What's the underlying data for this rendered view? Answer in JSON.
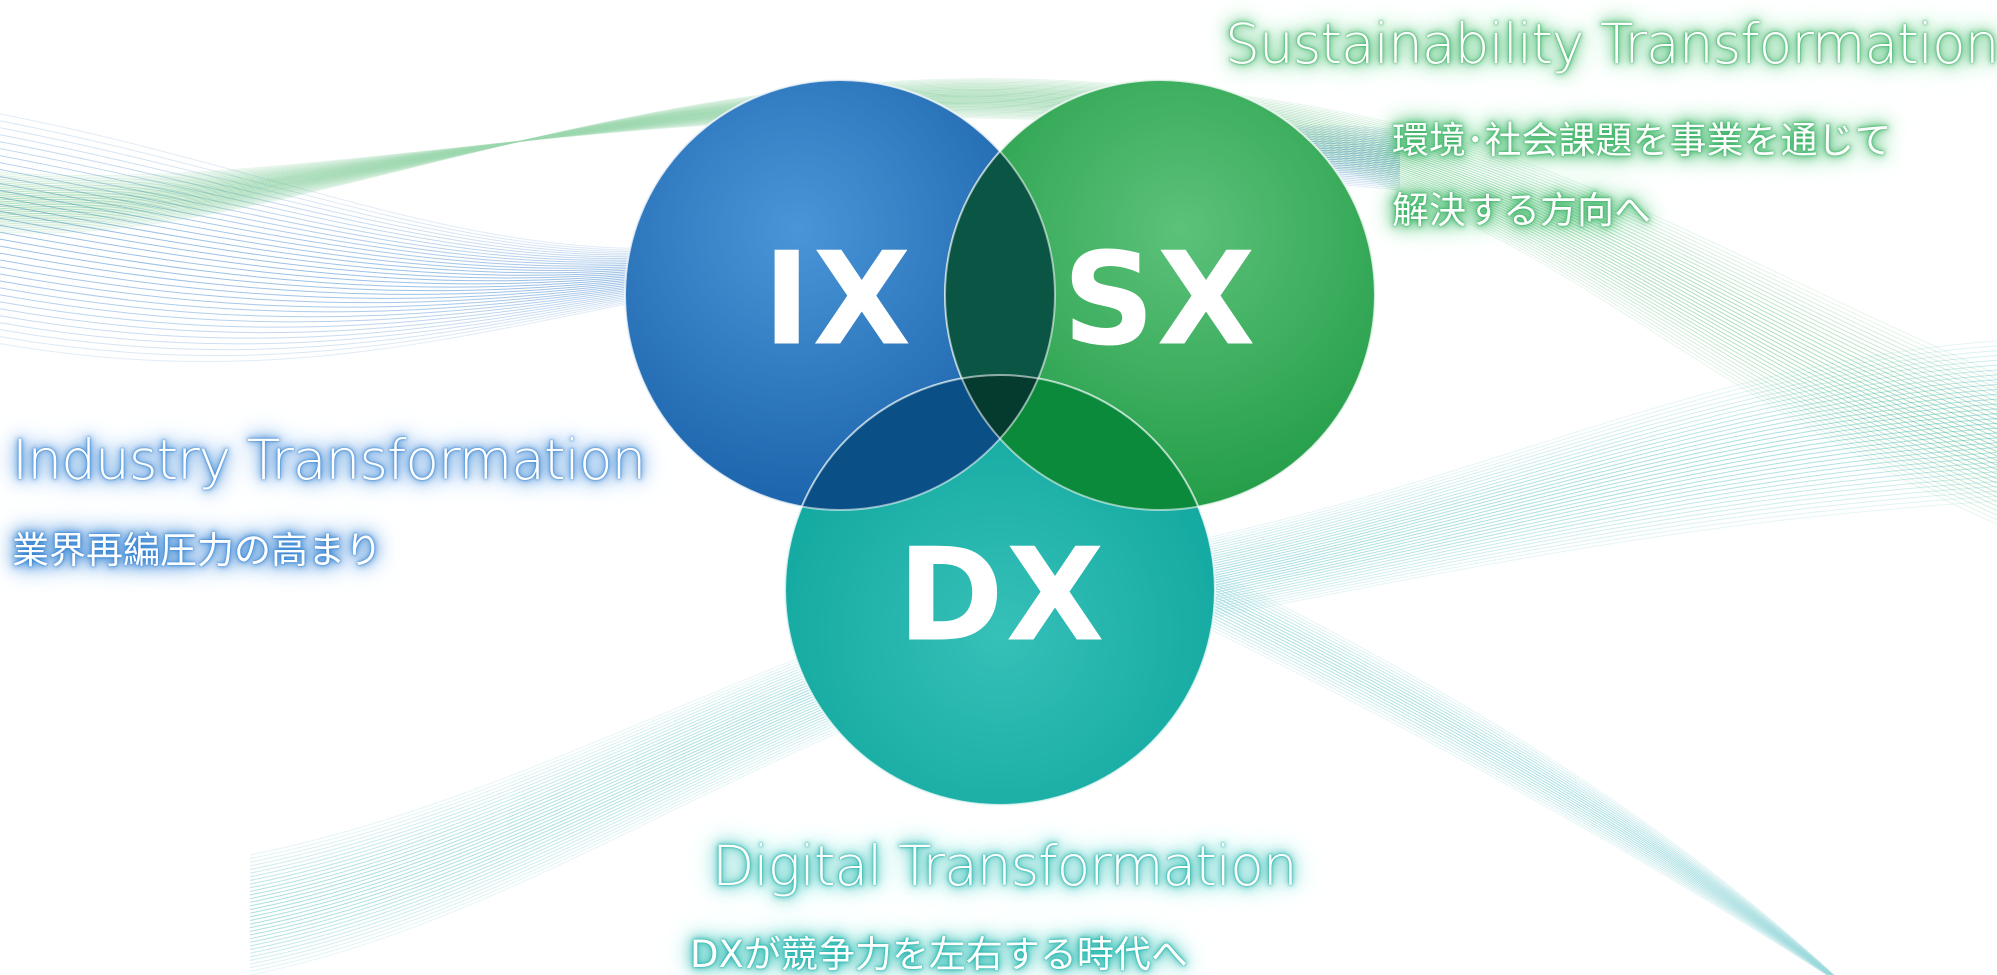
{
  "colors": {
    "ix": "#1e6fb8",
    "sx": "#28a24a",
    "dx": "#12aca4",
    "ix_sx": "#0b5440",
    "center": "#04332a"
  },
  "circles": {
    "ix": {
      "label": "IX"
    },
    "sx": {
      "label": "SX"
    },
    "dx": {
      "label": "DX"
    }
  },
  "annotations": {
    "industry": {
      "title": "Industry Transformation",
      "description": "業界再編圧力の高まり"
    },
    "sustainability": {
      "title": "Sustainability Transformation",
      "description_line1": "環境･社会課題を事業を通じて",
      "description_line2": "解決する方向へ"
    },
    "digital": {
      "title": "Digital Transformation",
      "description": "DXが競争力を左右する時代へ"
    }
  }
}
